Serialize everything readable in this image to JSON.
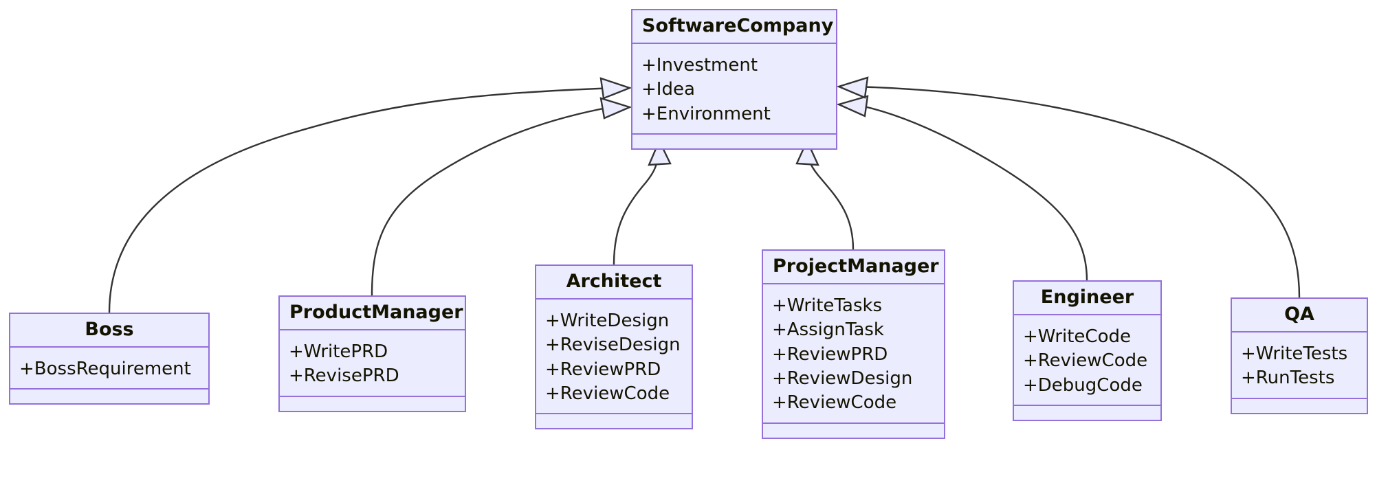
{
  "diagram": {
    "type": "uml-class-diagram",
    "title": "",
    "relationship_type": "inheritance",
    "colors": {
      "node_fill": "#ECECFF",
      "node_border": "#9370DB",
      "text": "#131300",
      "edge": "#333333",
      "background": "#FFFFFF"
    }
  },
  "classes": {
    "software_company": {
      "name": "SoftwareCompany",
      "attributes": [
        "+Investment",
        "+Idea",
        "+Environment"
      ],
      "methods": []
    },
    "boss": {
      "name": "Boss",
      "attributes": [
        "+BossRequirement"
      ],
      "methods": []
    },
    "product_manager": {
      "name": "ProductManager",
      "attributes": [
        "+WritePRD",
        "+RevisePRD"
      ],
      "methods": []
    },
    "architect": {
      "name": "Architect",
      "attributes": [
        "+WriteDesign",
        "+ReviseDesign",
        "+ReviewPRD",
        "+ReviewCode"
      ],
      "methods": []
    },
    "project_manager": {
      "name": "ProjectManager",
      "attributes": [
        "+WriteTasks",
        "+AssignTask",
        "+ReviewPRD",
        "+ReviewDesign",
        "+ReviewCode"
      ],
      "methods": []
    },
    "engineer": {
      "name": "Engineer",
      "attributes": [
        "+WriteCode",
        "+ReviewCode",
        "+DebugCode"
      ],
      "methods": []
    },
    "qa": {
      "name": "QA",
      "attributes": [
        "+WriteTests",
        "+RunTests"
      ],
      "methods": []
    }
  },
  "relationships": [
    {
      "from": "Boss",
      "to": "SoftwareCompany",
      "type": "inheritance"
    },
    {
      "from": "ProductManager",
      "to": "SoftwareCompany",
      "type": "inheritance"
    },
    {
      "from": "Architect",
      "to": "SoftwareCompany",
      "type": "inheritance"
    },
    {
      "from": "ProjectManager",
      "to": "SoftwareCompany",
      "type": "inheritance"
    },
    {
      "from": "Engineer",
      "to": "SoftwareCompany",
      "type": "inheritance"
    },
    {
      "from": "QA",
      "to": "SoftwareCompany",
      "type": "inheritance"
    }
  ]
}
